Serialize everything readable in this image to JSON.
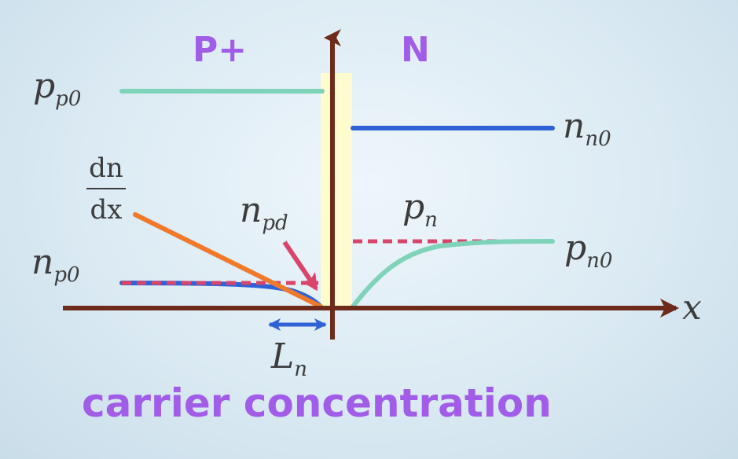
{
  "regions": {
    "p_side": "P+",
    "n_side": "N"
  },
  "labels": {
    "pp0": {
      "base": "p",
      "sub": "p0"
    },
    "nn0": {
      "base": "n",
      "sub": "n0"
    },
    "np0": {
      "base": "n",
      "sub": "p0"
    },
    "pn0": {
      "base": "p",
      "sub": "n0"
    },
    "pn": {
      "base": "p",
      "sub": "n"
    },
    "npd": {
      "base": "n",
      "sub": "pd"
    },
    "dndx": {
      "numerator": "dn",
      "denominator": "dx"
    },
    "Ln": {
      "base": "L",
      "sub": "n"
    },
    "x_axis": "x"
  },
  "caption": "carrier concentration",
  "colors": {
    "axis": "#6e2a1a",
    "majority_p": "#7fd3b9",
    "majority_n": "#2f62d6",
    "minority_dashed": "#d9456a",
    "minority_curve_p": "#2f62d6",
    "minority_curve_n": "#7fd3b9",
    "tangent": "#ef7a2c",
    "depletion": "#fffbcc",
    "arrow": "#d9456a",
    "length_arrow": "#2f62d6",
    "region_text": "#a15de8"
  }
}
